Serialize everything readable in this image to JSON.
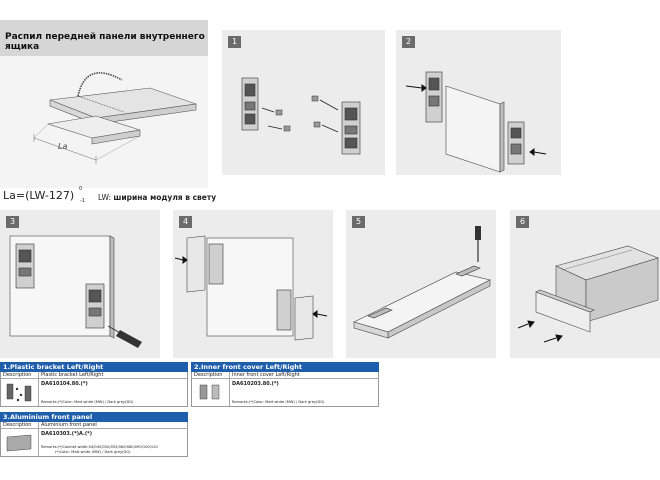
{
  "saw_section": {
    "title": "Распил передней панели внутреннего ящика",
    "dimension_label": "La",
    "formula_base": "La=(LW-127)",
    "formula_sup": "0",
    "formula_sub": "-1",
    "lw_prefix": "LW:",
    "lw_text": "ширина модуля в свету"
  },
  "steps": [
    {
      "number": "1"
    },
    {
      "number": "2"
    },
    {
      "number": "3"
    },
    {
      "number": "4"
    },
    {
      "number": "5"
    },
    {
      "number": "6"
    }
  ],
  "tables": [
    {
      "title": "1.Plastic bracket Left/Right",
      "col1": "Description",
      "col2": "Plastic bracket Left/Right",
      "code": "DA610104.80.(*)",
      "remark1": "Remarks:(*)Color: Matt white (MW) / Dark grey(DG)",
      "remark2": ""
    },
    {
      "title": "2.Inner front cover Left/Right",
      "col1": "Description",
      "col2": "Inner front cover Left/Right",
      "code": "DA610203.80.(*)",
      "remark1": "Remarks:(*)Color: Matt white (MW) / Dark grey(DG)",
      "remark2": ""
    },
    {
      "title": "3.Aluminium front panel",
      "col1": "Description",
      "col2": "Aluminium front panel",
      "code": "DA610303.(*)A.(*)",
      "remark1": "Remarks:(*)Cabinet width:04/045/050/055/060/080/090/100/120",
      "remark2": "(*)Color: Matt white (MW) / Dark grey(DG)"
    }
  ],
  "colors": {
    "table_header": "#1f5eaa",
    "panel_bg": "#ececec",
    "step_badge": "#6b6b6b"
  }
}
